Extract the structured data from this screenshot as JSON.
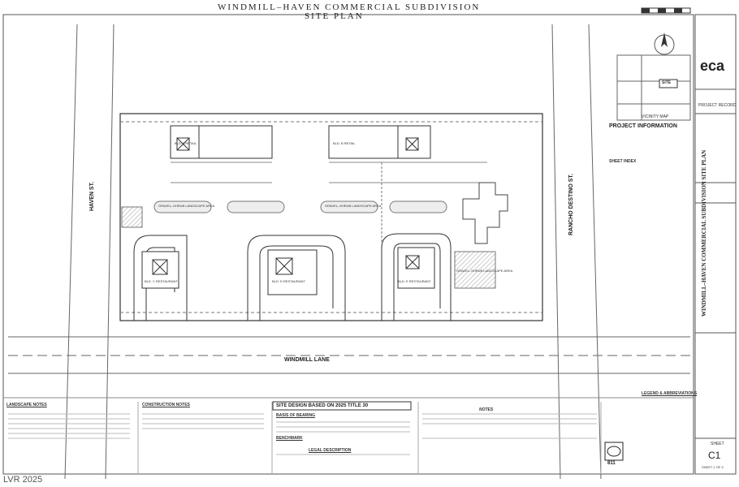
{
  "sheet_title": "WINDMILL–HAVEN COMMERCIAL SUBDIVISION",
  "sheet_subtitle": "SITE PLAN",
  "streets": {
    "left": "HAVEN ST.",
    "right": "RANCHO DESTINO ST.",
    "bottom": "WINDMILL LANE"
  },
  "site_design_heading": "SITE DESIGN BASED ON 2025 TITLE 30",
  "basis_of_bearing": "BASIS OF BEARING",
  "benchmark": "BENCHMARK",
  "legal_description": "LEGAL DESCRIPTION",
  "project_information": "PROJECT INFORMATION",
  "sheet_index": "SHEET INDEX",
  "vicinity_map": "VICINITY MAP",
  "project_record": "PROJECT RECORD",
  "landscape_notes": "LANDSCAPE NOTES",
  "construction_notes": "CONSTRUCTION NOTES",
  "legend": "LEGEND & ABBREVIATIONS",
  "notes": "NOTES",
  "site_label": "SITE",
  "titleblock_rotated": "WINDMILL–HAVEN COMMERCIAL SUBDIVISION SITE PLAN",
  "eca_logo": "eca",
  "sheet_label": "SHEET",
  "sheet_number": "C1",
  "sheet_of": "SHEET 1 OF 3",
  "call_811": "811",
  "watermark": "LVR 2025",
  "landscape_areas": [
    "GRAVEL–SHRUB LANDSCAPE AREA",
    "GRAVEL–SHRUB LANDSCAPE AREA",
    "GRAVEL–SHRUB LANDSCAPE AREA"
  ],
  "buildings": [
    {
      "label": "BLD. A RETAIL"
    },
    {
      "label": "BLD. B RETAIL"
    },
    {
      "label": "BLD. C RESTAURANT"
    },
    {
      "label": "BLD. D RESTAURANT"
    },
    {
      "label": "BLD. E RESTAURANT"
    }
  ],
  "colors": {
    "line": "#444444",
    "paper": "#ffffff",
    "hatch": "#9a9a9a"
  }
}
